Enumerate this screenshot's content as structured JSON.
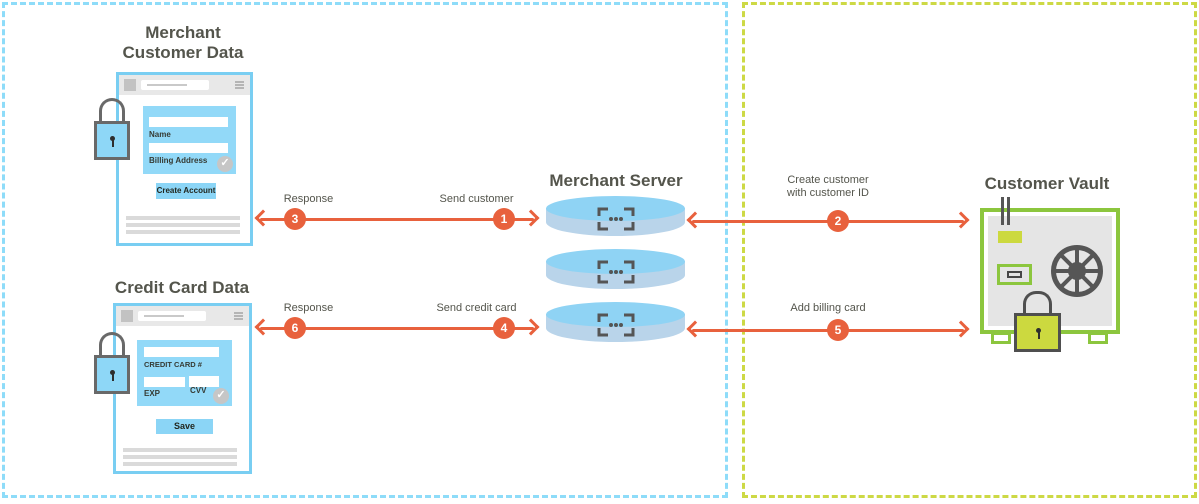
{
  "merchant_customer_data": {
    "title_line1": "Merchant",
    "title_line2": "Customer Data",
    "form": {
      "name_label": "Name",
      "billing_label": "Billing Address",
      "button_label": "Create Account"
    }
  },
  "credit_card_data": {
    "title": "Credit Card Data",
    "form": {
      "card_label": "CREDIT CARD #",
      "exp_label": "EXP",
      "cvv_label": "CVV",
      "button_label": "Save"
    }
  },
  "merchant_server": {
    "title": "Merchant Server"
  },
  "customer_vault": {
    "title": "Customer Vault"
  },
  "flows": [
    {
      "num": "1",
      "label": "Send customer"
    },
    {
      "num": "2",
      "label_line1": "Create customer",
      "label_line2": "with customer ID"
    },
    {
      "num": "3",
      "label": "Response"
    },
    {
      "num": "4",
      "label": "Send credit card"
    },
    {
      "num": "5",
      "label": "Add billing card"
    },
    {
      "num": "6",
      "label": "Response"
    }
  ],
  "icons": {
    "check": "✓",
    "lock": "padlock-icon",
    "server_brackets": "code-brackets-icon",
    "vault_dial": "combination-dial-icon"
  },
  "colors": {
    "merchant_zone_border": "#8edcf9",
    "vault_zone_border": "#cdd945",
    "accent_blue": "#92d9f8",
    "accent_lime": "#ccd93f",
    "vault_green": "#8cc63e",
    "arrow_orange": "#e8613d",
    "text_dark": "#54554c"
  }
}
